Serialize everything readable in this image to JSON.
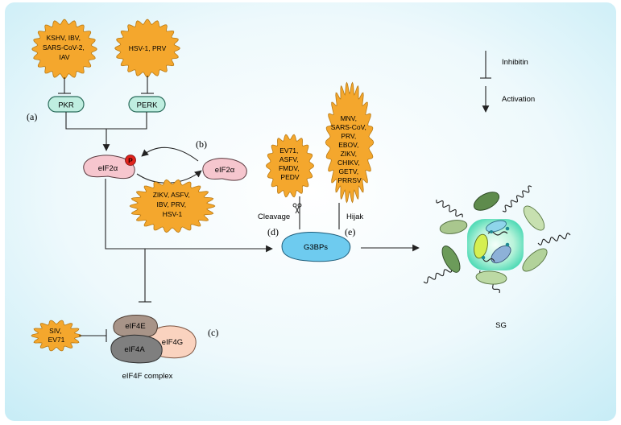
{
  "colors": {
    "background_center": "#ffffff",
    "background_edge": "#c6ecf6",
    "virus_blob": "#f4a72d",
    "kinase_pill": "#bfeee0",
    "eif2a": "#f6c6ce",
    "g3bp": "#6ecbef",
    "phospho": "#e0241d"
  },
  "legend": {
    "inhibition": "Inhibitin",
    "activation": "Activation"
  },
  "kinases": {
    "pkr_viruses": [
      "KSHV, IBV,",
      "SARS-CoV-2,",
      "IAV"
    ],
    "perk_viruses": [
      "HSV-1, PRV"
    ],
    "pkr": "PKR",
    "perk": "PERK"
  },
  "panels": {
    "a": "(a)",
    "b": "(b)",
    "c": "(c)",
    "d": "(d)",
    "e": "(e)"
  },
  "eif2a": {
    "phosphorylated": "eIF2α",
    "phospho_mark": "P",
    "unphosphorylated": "eIF2α",
    "dephos_viruses": [
      "ZIKV, ASFV,",
      "IBV, PRV,",
      "HSV-1"
    ]
  },
  "cleavage": {
    "viruses": [
      "EV71,",
      "ASFV,",
      "FMDV,",
      "PEDV"
    ],
    "label": "Cleavage"
  },
  "hijack": {
    "viruses": [
      "MNV,",
      "SARS-CoV,",
      "PRV,",
      "EBOV,",
      "ZIKV,",
      "CHIKV,",
      "GETV,",
      "PRRSV"
    ],
    "label": "Hijak"
  },
  "g3bp": "G3BPs",
  "eif4f": {
    "eif4e": "eIF4E",
    "eif4a": "eIF4A",
    "eif4g": "eIF4G",
    "complex": "eIF4F complex",
    "viruses": [
      "SIV,",
      "EV71"
    ]
  },
  "sg_label": "SG"
}
